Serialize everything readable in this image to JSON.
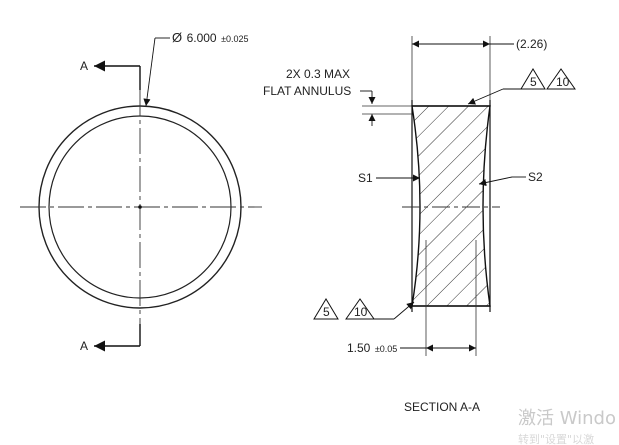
{
  "drawing": {
    "diameter_dim": {
      "symbol": "Ø",
      "value": "6.000",
      "tolerance": "±0.025"
    },
    "section_marker": "A",
    "annulus_note": {
      "line1": "2X 0.3 MAX",
      "line2": "FLAT ANNULUS"
    },
    "ref_thickness": "(2.26)",
    "center_thickness": {
      "value": "1.50",
      "tolerance": "±0.05"
    },
    "surface_labels": {
      "s1": "S1",
      "s2": "S2"
    },
    "quality_symbols": {
      "triangle_value": "5",
      "box_value": "10"
    },
    "section_title": "SECTION A-A"
  },
  "watermark": {
    "line1": "激活 Windo",
    "line2": "转到\"设置\"以激"
  }
}
